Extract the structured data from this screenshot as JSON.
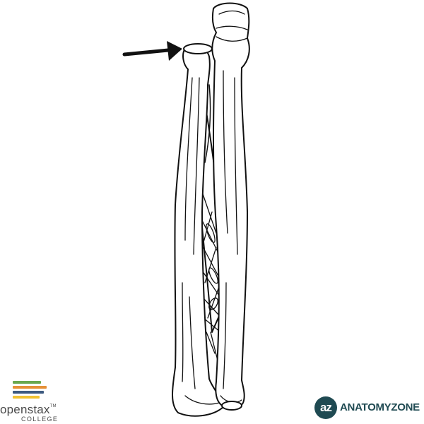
{
  "illustration": {
    "subject": "forearm bones (radius and ulna, anterior view)",
    "stroke_color": "#111111",
    "fill_color": "#ffffff"
  },
  "arrow": {
    "color": "#111111",
    "target": "head-of-radius"
  },
  "branding": {
    "openstax": {
      "wordmark": "openstax",
      "trademark": "TM",
      "subtitle": "COLLEGE",
      "bar_colors": [
        "#6aa84f",
        "#e69138",
        "#3d5a80",
        "#f1c232"
      ]
    },
    "anatomyzone": {
      "badge_text": "az",
      "wordmark": "ANATOMYZONE",
      "color": "#1f4a52"
    }
  }
}
